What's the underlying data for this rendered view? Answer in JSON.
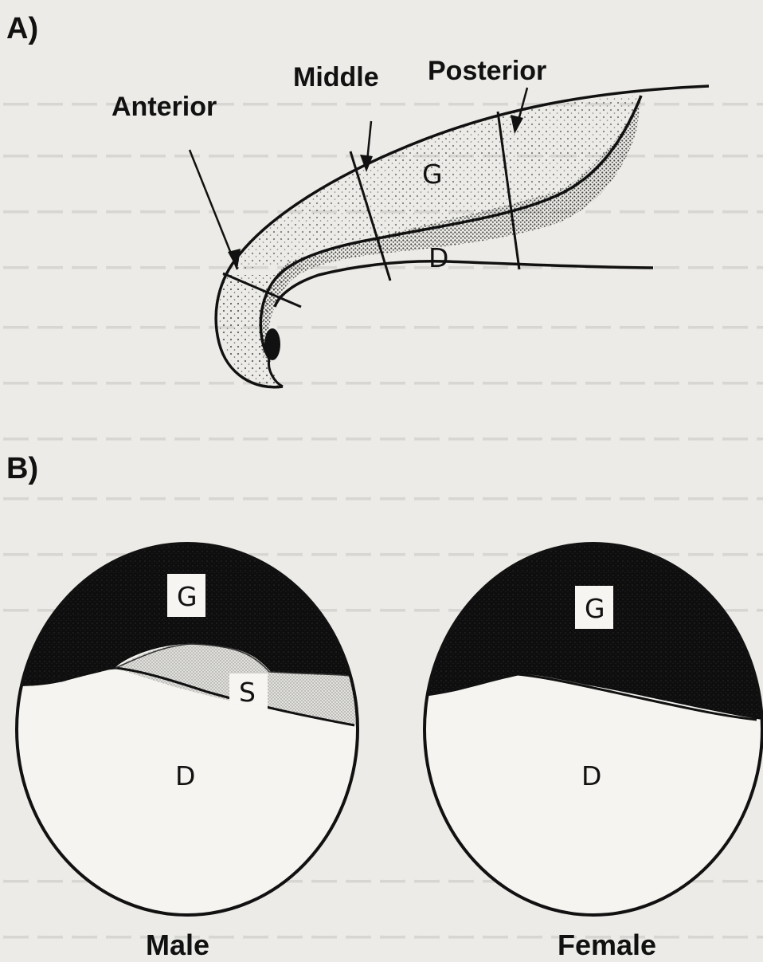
{
  "panel_a": {
    "label": "A)",
    "callouts": {
      "anterior": "Anterior",
      "middle": "Middle",
      "posterior": "Posterior"
    },
    "regions": {
      "germinal": "G",
      "duct": "D"
    }
  },
  "panel_b": {
    "label": "B)",
    "male": {
      "label": "Male",
      "regions": {
        "germinal": "G",
        "secretory": "S",
        "duct": "D"
      }
    },
    "female": {
      "label": "Female",
      "regions": {
        "germinal": "G",
        "duct": "D"
      }
    }
  },
  "colors": {
    "ink": "#111111",
    "paper": "#ecebe7",
    "stipple_light": "#d4d3cf",
    "stipple_dark": "#2a2a2a"
  }
}
